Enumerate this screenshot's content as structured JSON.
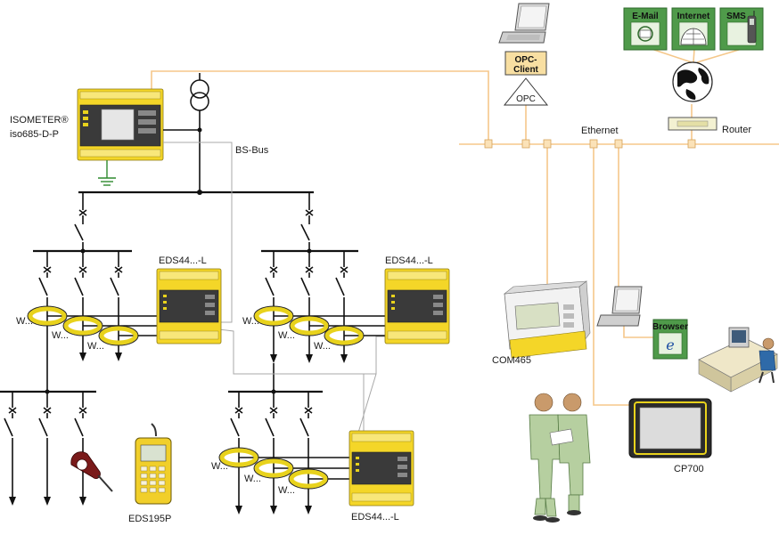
{
  "labels": {
    "isometer_line1": "ISOMETER®",
    "isometer_line2": "iso685-D-P",
    "bs_bus": "BS-Bus",
    "eds44_top_left": "EDS44...-L",
    "eds44_top_right": "EDS44...-L",
    "eds44_bottom": "EDS44...-L",
    "eds195p": "EDS195P",
    "opc_client_line1": "OPC-",
    "opc_client_line2": "Client",
    "opc": "OPC",
    "ethernet": "Ethernet",
    "router": "Router",
    "com465": "COM465",
    "browser": "Browser",
    "cp700": "CP700",
    "email": "E-Mail",
    "internet": "Internet",
    "sms": "SMS",
    "w_dots": "W..."
  },
  "colors": {
    "ethernet_line": "#f5c78a",
    "device_yellow": "#f4d628",
    "current_transformer": "#e8d21c",
    "bs_bus_line": "#a8a8a8",
    "service_box_green": "#4f9a4a",
    "text": "#1a1a1a"
  },
  "icons": [
    "transformer-icon",
    "ground-icon",
    "laptop-icon",
    "globe-icon",
    "email-icon",
    "internet-icon",
    "sms-phone-icon",
    "router-icon",
    "browser-icon",
    "workstation-icon",
    "technicians-icon",
    "clamp-meter-icon"
  ]
}
